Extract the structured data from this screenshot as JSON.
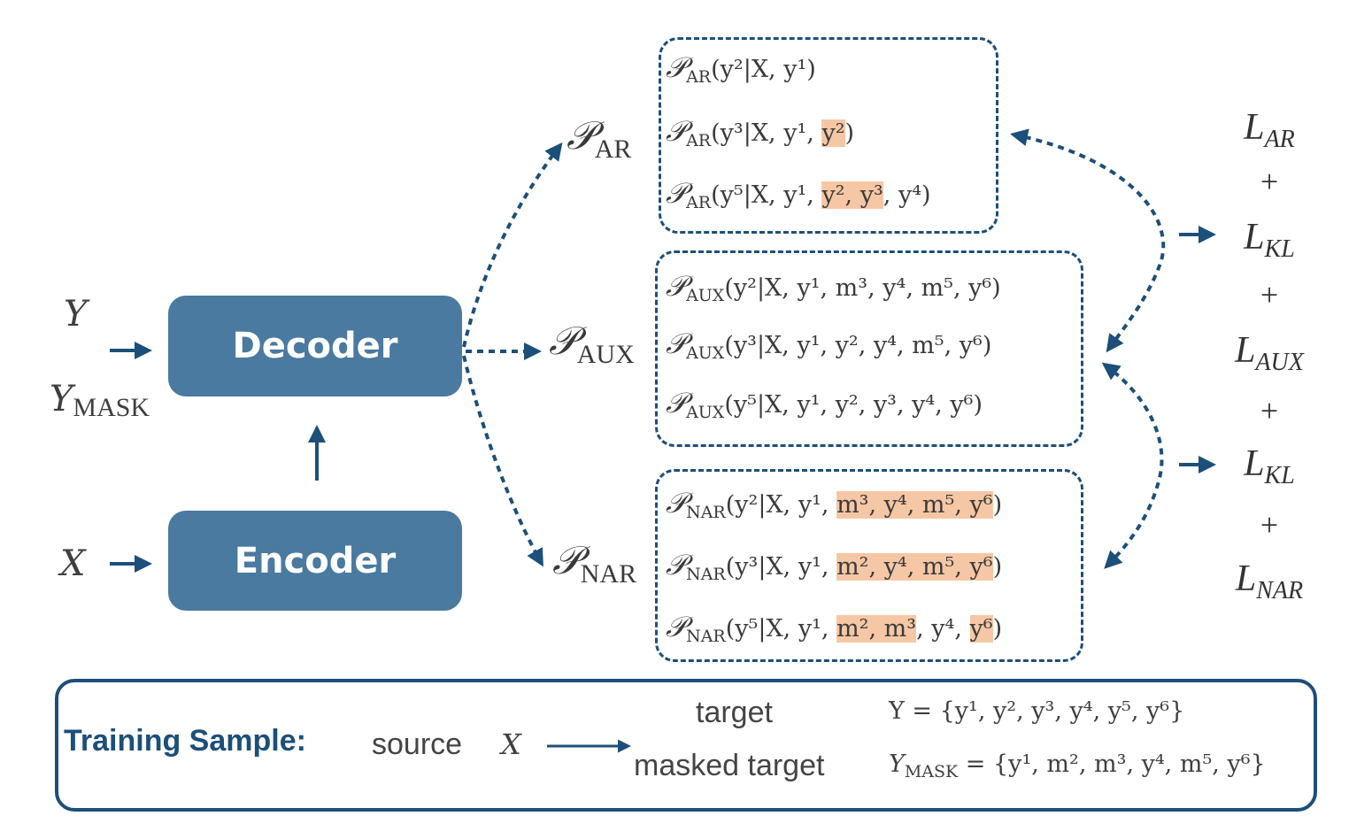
{
  "inputs": {
    "y_main": "Y",
    "y_mask_main": "Y",
    "y_mask_sub": "MASK",
    "x": "X"
  },
  "modules": {
    "decoder": "Decoder",
    "encoder": "Encoder"
  },
  "branches": {
    "ar": {
      "symbol": "𝒫",
      "sub": "AR"
    },
    "aux": {
      "symbol": "𝒫",
      "sub": "AUX"
    },
    "nar": {
      "symbol": "𝒫",
      "sub": "NAR"
    }
  },
  "ar_rows": [
    {
      "pre": "(y²|X, y¹)",
      "hl": "",
      "post": ""
    },
    {
      "pre": "(y³|X, y¹, ",
      "hl": "y²",
      "post": ")"
    },
    {
      "pre": "(y⁵|X, y¹, ",
      "hl": "y², y³",
      "post": ", y⁴)"
    }
  ],
  "aux_rows": [
    {
      "pre": "(y²|X, y¹, m³, y⁴, m⁵, y⁶)",
      "hl": "",
      "post": ""
    },
    {
      "pre": "(y³|X, y¹, y², y⁴, m⁵, y⁶)",
      "hl": "",
      "post": ""
    },
    {
      "pre": "(y⁵|X, y¹, y², y³, y⁴, y⁶)",
      "hl": "",
      "post": ""
    }
  ],
  "nar_rows": [
    {
      "pre": "(y²|X, y¹, ",
      "hl": "m³, y⁴, m⁵, y⁶",
      "post": ")"
    },
    {
      "pre": "(y³|X, y¹, ",
      "hl": "m², y⁴, m⁵, y⁶",
      "post": ")"
    },
    {
      "pre": "(y⁵|X, y¹, ",
      "hl": "m², m³",
      "mid": ", y⁴, ",
      "hl2": "y⁶",
      "post": ")"
    }
  ],
  "losses": {
    "l_ar": {
      "main": "L",
      "sub": "AR"
    },
    "plus1": "+",
    "l_kl1": {
      "main": "L",
      "sub": "KL"
    },
    "plus2": "+",
    "l_aux": {
      "main": "L",
      "sub": "AUX"
    },
    "plus3": "+",
    "l_kl2": {
      "main": "L",
      "sub": "KL"
    },
    "plus4": "+",
    "l_nar": {
      "main": "L",
      "sub": "NAR"
    }
  },
  "training": {
    "heading": "Training Sample:",
    "source_label": "source",
    "source_var": "X",
    "target_label": "target",
    "target_formula": "Y = {y¹, y², y³, y⁴, y⁵, y⁶}",
    "masked_label": "masked target",
    "masked_var": "Y",
    "masked_sub": "MASK",
    "masked_formula": " = {y¹, m², m³, y⁴, m⁵, y⁶}"
  },
  "colors": {
    "module_fill": "#4a7aa0",
    "arrow": "#1c4f7a",
    "highlight": "#f6c7a5"
  }
}
